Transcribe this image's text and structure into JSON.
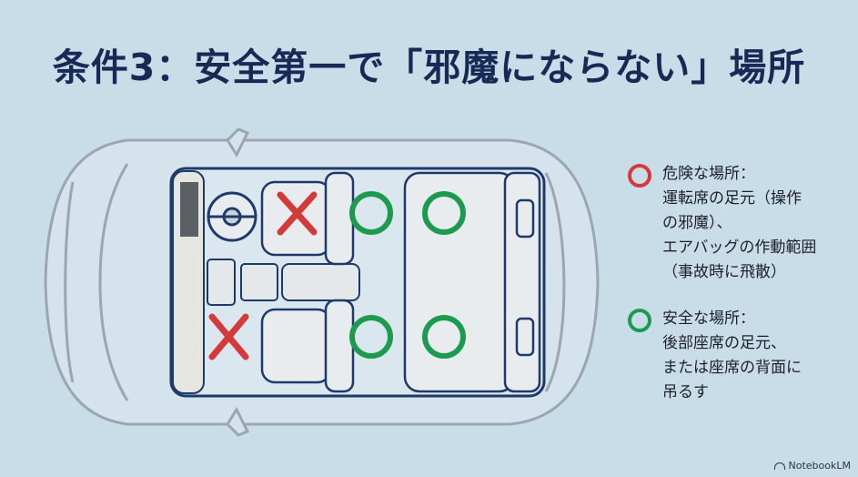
{
  "title": "条件3：安全第一で「邪魔にならない」場所",
  "legend": [
    {
      "kind": "danger",
      "color": "#d53a3a",
      "text": "危険な場所：\n運転席の足元（操作\nの邪魔）、\nエアバッグの作動範囲\n（事故時に飛散）"
    },
    {
      "kind": "safe",
      "color": "#1c9a4e",
      "text": "安全な場所：\n後部座席の足元、\nまたは座席の背面に\n吊るす"
    }
  ],
  "markers": {
    "danger_color": "#d53a3a",
    "safe_color": "#1c9a4e"
  },
  "brand": "NotebookLM"
}
